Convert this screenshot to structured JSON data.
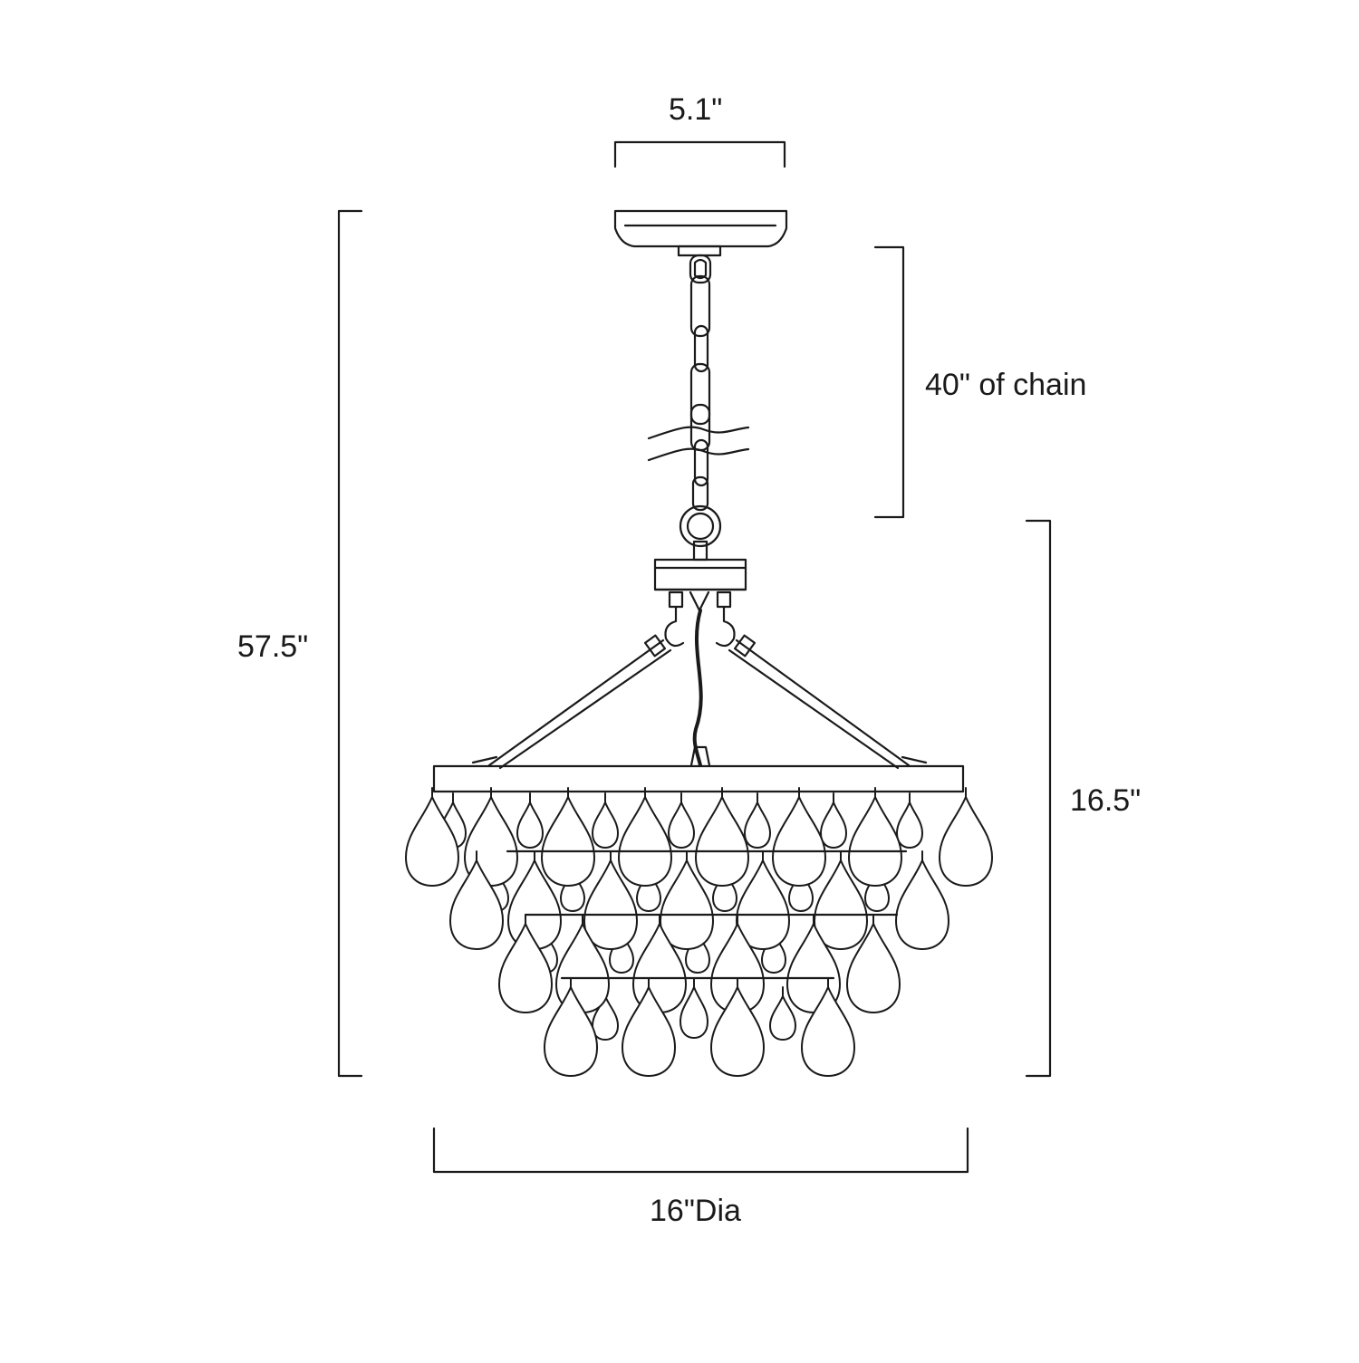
{
  "dimensions": {
    "canopy_width": "5.1\"",
    "chain_length": "40\" of chain",
    "overall_height": "57.5\"",
    "fixture_height": "16.5\"",
    "diameter": "16\"Dia"
  },
  "colors": {
    "line": "#1a1a1a",
    "background": "#ffffff"
  }
}
